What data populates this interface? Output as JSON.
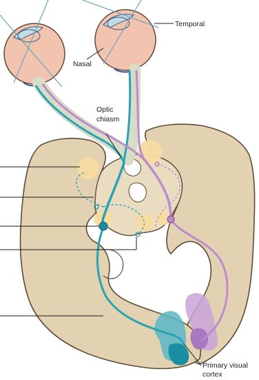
{
  "labels": {
    "temporal": "Temporal",
    "nasal": "Nasal",
    "optic_chiasm_line1": "Optic",
    "optic_chiasm_line2": "chiasm",
    "primary_visual_cortex_line1": "Primary visual",
    "primary_visual_cortex_line2": "cortex"
  },
  "colors": {
    "brain_tissue": "#e2d2b2",
    "brain_outline": "#5c4a36",
    "nucleus": "#f7dba0",
    "eye": "#f2c4b0",
    "left_visual_field_pathway": "#2ba2b3",
    "right_visual_field_pathway": "#bd8ccc",
    "nerve_sheath": "#d7dcc8"
  }
}
